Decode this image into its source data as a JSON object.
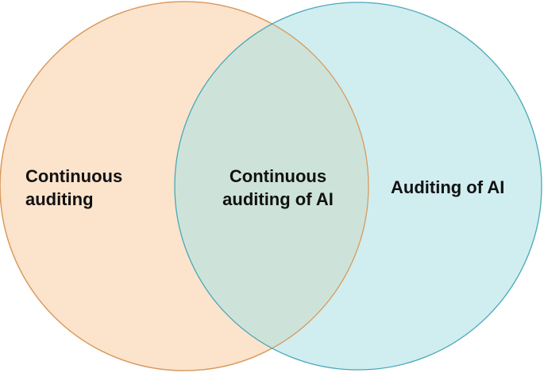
{
  "diagram": {
    "type": "venn",
    "sets": [
      {
        "id": "left",
        "lines": [
          "Continuous",
          "auditing"
        ],
        "fill": "#fbe3cc",
        "stroke": "#d99a5c"
      },
      {
        "id": "right",
        "lines": [
          "Auditing of AI"
        ],
        "fill": "#d0edf0",
        "stroke": "#4aa8b8"
      }
    ],
    "intersection": {
      "lines": [
        "Continuous",
        "auditing of AI"
      ],
      "fill": "#cde3da"
    }
  }
}
